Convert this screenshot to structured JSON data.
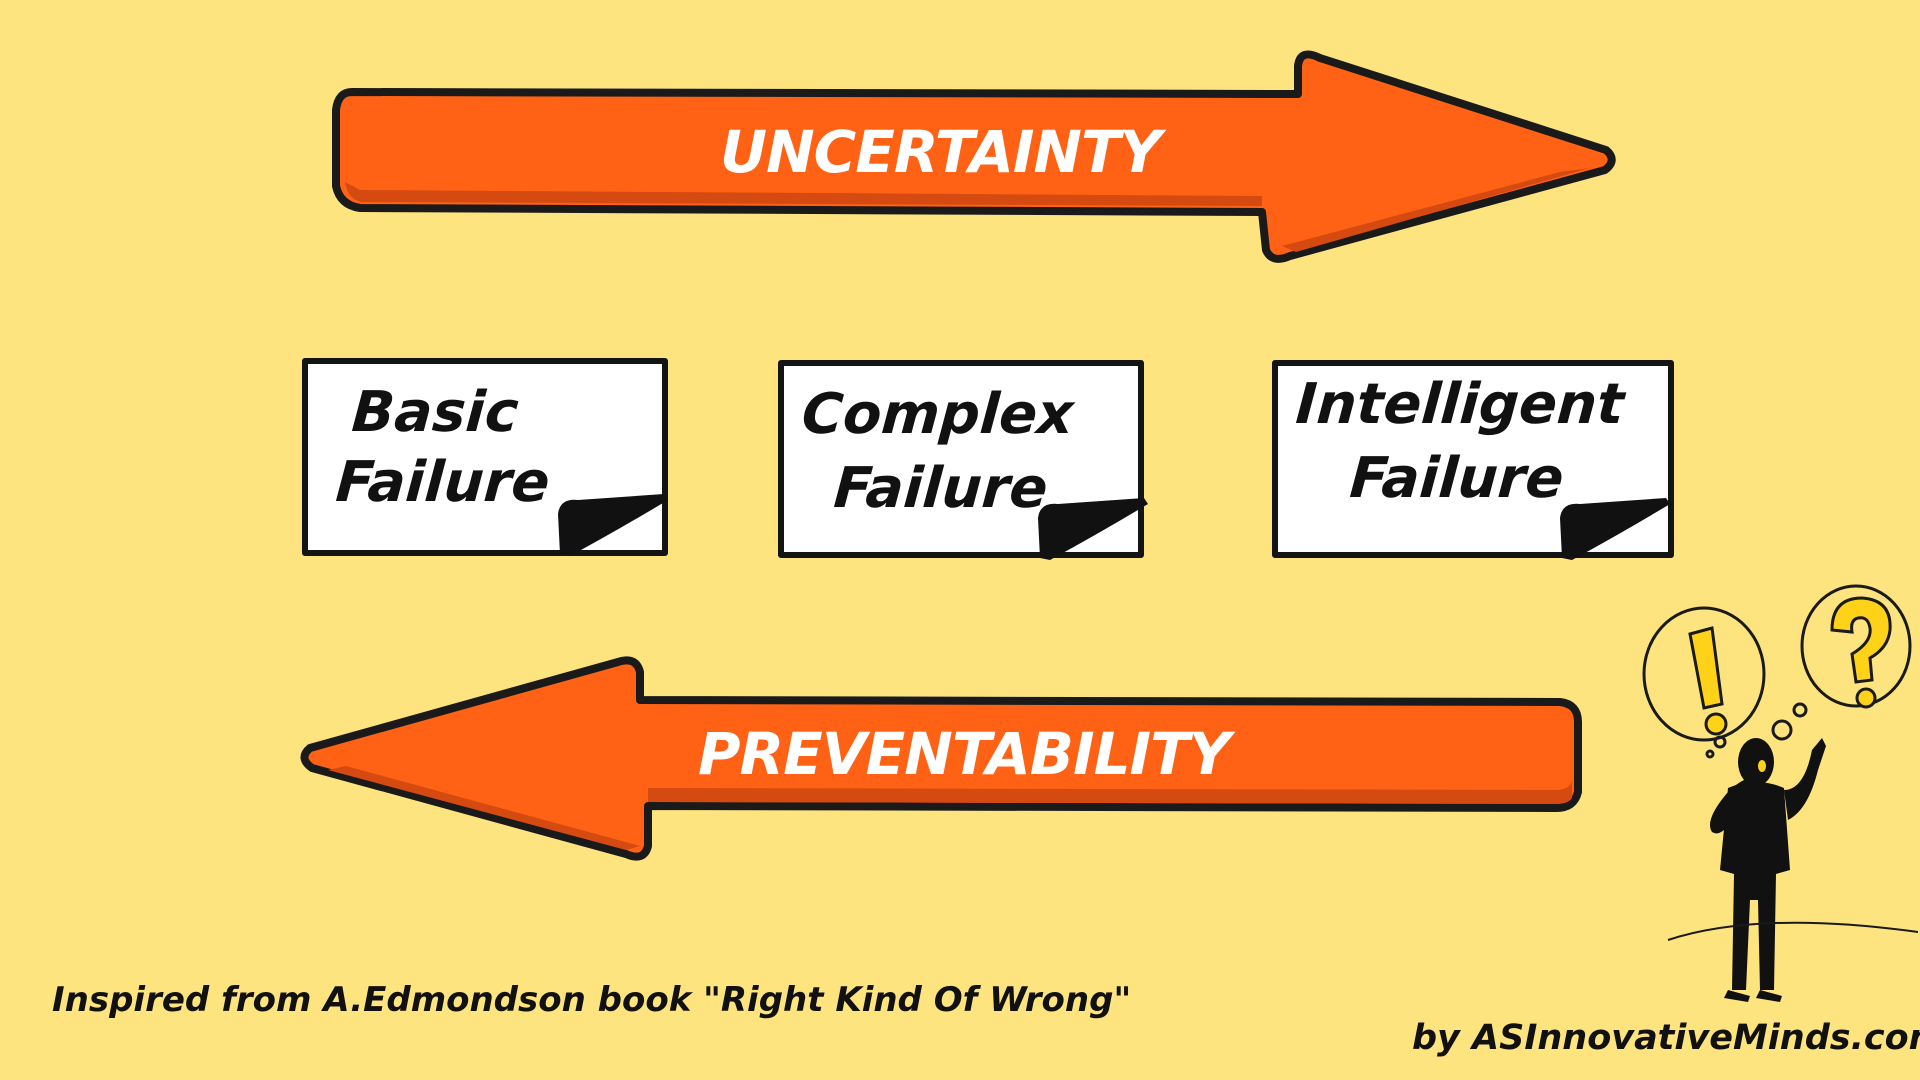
{
  "arrows": {
    "top_label": "UNCERTAINTY",
    "bottom_label": "PREVENTABILITY",
    "fill_color": "#ff6214",
    "shadow_color": "#d44a10",
    "outline_color": "#1a1a1a"
  },
  "cards": [
    {
      "line1": "Basic",
      "line2": "Failure"
    },
    {
      "line1": "Complex",
      "line2": "Failure"
    },
    {
      "line1": "Intelligent",
      "line2": "Failure"
    }
  ],
  "credits": {
    "inspired": "Inspired from A.Edmondson book \"Right Kind Of Wrong\"",
    "by": "by ASInnovativeMinds.com"
  },
  "illustration": {
    "figure": "thinking-person-icon",
    "bubble_left": "exclamation-mark-icon",
    "bubble_right": "question-mark-icon",
    "accent_color": "#ffd21a"
  },
  "background_color": "#fde47f"
}
